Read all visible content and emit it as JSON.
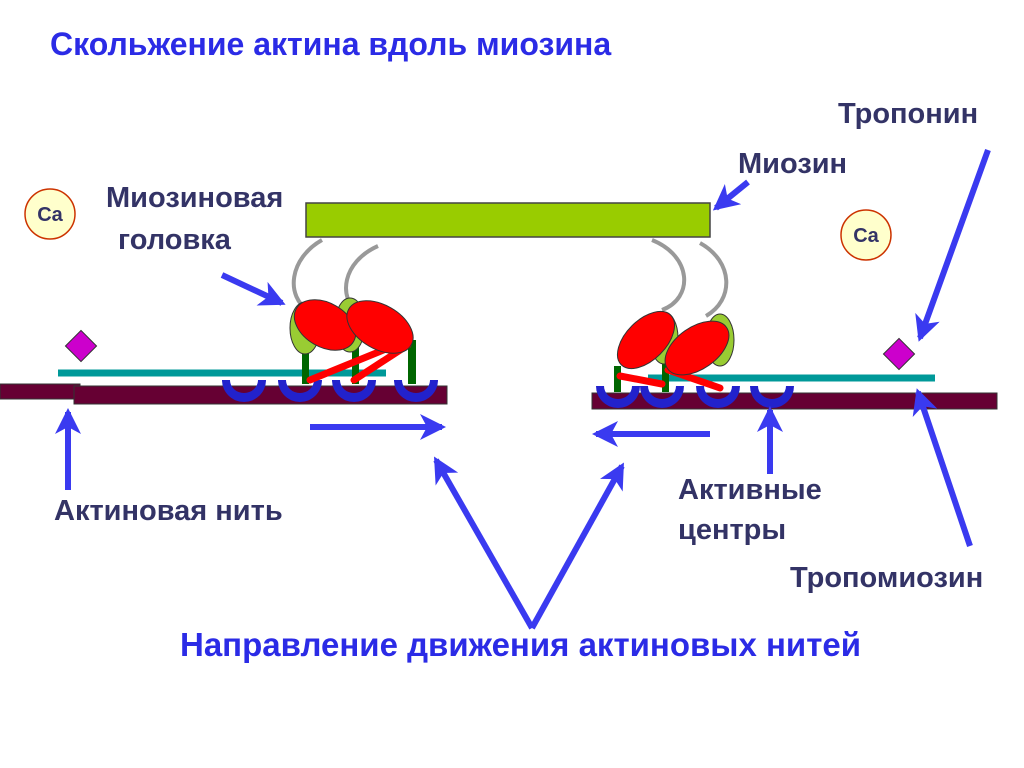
{
  "colors": {
    "title": "#2B2BE6",
    "label": "#333366",
    "arrow": "#3A3AF0",
    "myosin_bar": "#99CC00",
    "myosin_head": "#FF0000",
    "light_chain": "#99CC33",
    "actin": "#660033",
    "tropomyosin": "#009999",
    "active_center": "#2222CC",
    "troponin": "#CC00CC",
    "calcium_fill": "#FFFFCC",
    "calcium_stroke": "#CC3300",
    "neck": "#999999",
    "rod": "#006600"
  },
  "title": "Скольжение актина вдоль миозина",
  "labels": {
    "myosin_head_line1": "Миозиновая",
    "myosin_head_line2": "головка",
    "myosin": "Миозин",
    "troponin": "Тропонин",
    "actin_filament": "Актиновая нить",
    "active_centers_line1": "Активные",
    "active_centers_line2": "центры",
    "tropomyosin": "Тропомиозин",
    "direction": "Направление движения актиновых нитей"
  },
  "calcium": {
    "left": "Ca",
    "right": "Ca"
  }
}
